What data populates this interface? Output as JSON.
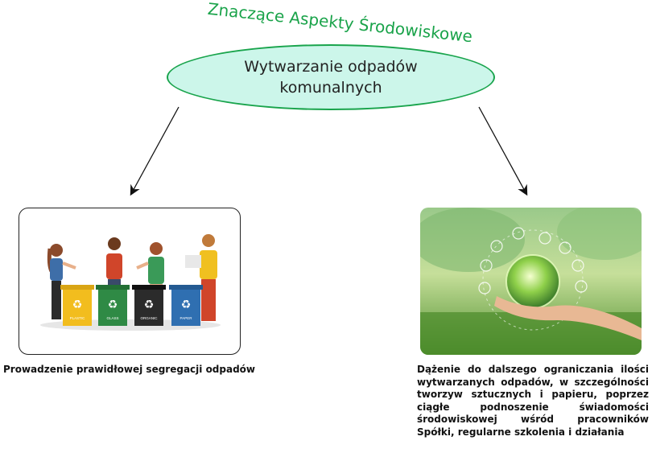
{
  "diagram": {
    "title": "Znaczące Aspekty Środowiskowe",
    "central_node": "Wytwarzanie odpadów komunalnych",
    "left_branch": {
      "caption": "Prowadzenie prawidłowej segregacji odpadów",
      "bins": [
        "PLASTIC",
        "GLASS",
        "ORGANIC",
        "PAPER"
      ],
      "bin_colors": [
        "#f2bd1e",
        "#2f8a45",
        "#2b2b2b",
        "#2f6fb1"
      ]
    },
    "right_branch": {
      "caption": "Dążenie do dalszego ograniczania ilości wytwarzanych odpadów, w szczególności tworzyw sztucznych i papieru, poprzez ciągłe podnoszenie świadomości środowiskowej wśród pracowników Spółki, regularne szkolenia i działania"
    },
    "colors": {
      "title": "#1aa34a",
      "ellipse_fill": "#ccf6ea",
      "ellipse_border": "#19a44c"
    }
  }
}
